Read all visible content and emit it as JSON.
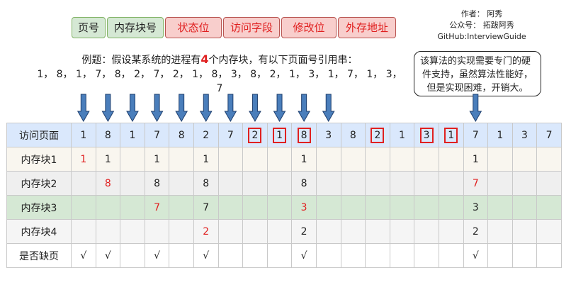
{
  "legend": {
    "items": [
      {
        "label": "页号",
        "color": "green",
        "width": 46
      },
      {
        "label": "内存块号",
        "color": "green",
        "width": 78
      },
      {
        "label": "状态位",
        "color": "red",
        "width": 78
      },
      {
        "label": "访问字段",
        "color": "red",
        "width": 78
      },
      {
        "label": "修改位",
        "color": "red",
        "width": 76
      },
      {
        "label": "外存地址",
        "color": "red",
        "width": 80
      }
    ]
  },
  "author": {
    "line1": "作者：  阿秀",
    "line2": "公众号：  拓跋阿秀",
    "line3": "GitHub:InterviewGuide"
  },
  "example": {
    "prefix": "例题：假设某系统的进程有",
    "highlight": "4",
    "suffix": "个内存块，有以下页面号引用串：",
    "sequence": "1，  8，  1，  7，  8，  2，  7，  2，  1，  8，  3，  8，  2，  1，  3，  1，  7，  1，  3，  7"
  },
  "note": {
    "line1": "该算法的实现需要专门的硬",
    "line2": "件支持，虽然算法性能好，",
    "line3": "但是实现困难，开销大。"
  },
  "table": {
    "access_label": "访问页面",
    "access": [
      "1",
      "8",
      "1",
      "7",
      "8",
      "2",
      "7",
      "2",
      "1",
      "8",
      "3",
      "8",
      "2",
      "1",
      "3",
      "1",
      "7",
      "1",
      "3",
      "7"
    ],
    "boxed": [
      7,
      8,
      9,
      12,
      14,
      15
    ],
    "rows": [
      {
        "label": "内存块1",
        "cls": "row-b1",
        "cells": [
          {
            "v": "1",
            "red": true
          },
          {
            "v": "1"
          },
          {
            "v": ""
          },
          {
            "v": "1"
          },
          {
            "v": ""
          },
          {
            "v": "1"
          },
          {
            "v": ""
          },
          {
            "v": ""
          },
          {
            "v": ""
          },
          {
            "v": "1"
          },
          {
            "v": ""
          },
          {
            "v": ""
          },
          {
            "v": ""
          },
          {
            "v": ""
          },
          {
            "v": ""
          },
          {
            "v": ""
          },
          {
            "v": "1"
          },
          {
            "v": ""
          },
          {
            "v": ""
          },
          {
            "v": ""
          }
        ]
      },
      {
        "label": "内存块2",
        "cls": "row-b2",
        "cells": [
          {
            "v": ""
          },
          {
            "v": "8",
            "red": true
          },
          {
            "v": ""
          },
          {
            "v": "8"
          },
          {
            "v": ""
          },
          {
            "v": "8"
          },
          {
            "v": ""
          },
          {
            "v": ""
          },
          {
            "v": ""
          },
          {
            "v": "8"
          },
          {
            "v": ""
          },
          {
            "v": ""
          },
          {
            "v": ""
          },
          {
            "v": ""
          },
          {
            "v": ""
          },
          {
            "v": ""
          },
          {
            "v": "7",
            "red": true
          },
          {
            "v": ""
          },
          {
            "v": ""
          },
          {
            "v": ""
          }
        ]
      },
      {
        "label": "内存块3",
        "cls": "row-b3",
        "cells": [
          {
            "v": ""
          },
          {
            "v": ""
          },
          {
            "v": ""
          },
          {
            "v": "7",
            "red": true
          },
          {
            "v": ""
          },
          {
            "v": "7"
          },
          {
            "v": ""
          },
          {
            "v": ""
          },
          {
            "v": ""
          },
          {
            "v": "3",
            "red": true
          },
          {
            "v": ""
          },
          {
            "v": ""
          },
          {
            "v": ""
          },
          {
            "v": ""
          },
          {
            "v": ""
          },
          {
            "v": ""
          },
          {
            "v": "3"
          },
          {
            "v": ""
          },
          {
            "v": ""
          },
          {
            "v": ""
          }
        ]
      },
      {
        "label": "内存块4",
        "cls": "row-b4",
        "cells": [
          {
            "v": ""
          },
          {
            "v": ""
          },
          {
            "v": ""
          },
          {
            "v": ""
          },
          {
            "v": ""
          },
          {
            "v": "2",
            "red": true
          },
          {
            "v": ""
          },
          {
            "v": ""
          },
          {
            "v": ""
          },
          {
            "v": "2"
          },
          {
            "v": ""
          },
          {
            "v": ""
          },
          {
            "v": ""
          },
          {
            "v": ""
          },
          {
            "v": ""
          },
          {
            "v": ""
          },
          {
            "v": "2"
          },
          {
            "v": ""
          },
          {
            "v": ""
          },
          {
            "v": ""
          }
        ]
      },
      {
        "label": "是否缺页",
        "cls": "row-fault",
        "cells": [
          {
            "v": "√"
          },
          {
            "v": "√"
          },
          {
            "v": ""
          },
          {
            "v": "√"
          },
          {
            "v": ""
          },
          {
            "v": "√"
          },
          {
            "v": ""
          },
          {
            "v": ""
          },
          {
            "v": ""
          },
          {
            "v": "√"
          },
          {
            "v": ""
          },
          {
            "v": ""
          },
          {
            "v": ""
          },
          {
            "v": ""
          },
          {
            "v": ""
          },
          {
            "v": ""
          },
          {
            "v": "√"
          },
          {
            "v": ""
          },
          {
            "v": ""
          },
          {
            "v": ""
          }
        ]
      }
    ]
  },
  "arrows": {
    "columns": [
      0,
      1,
      2,
      3,
      4,
      5,
      6,
      7,
      8,
      9,
      10,
      16
    ],
    "color": "#4a7ebb"
  }
}
